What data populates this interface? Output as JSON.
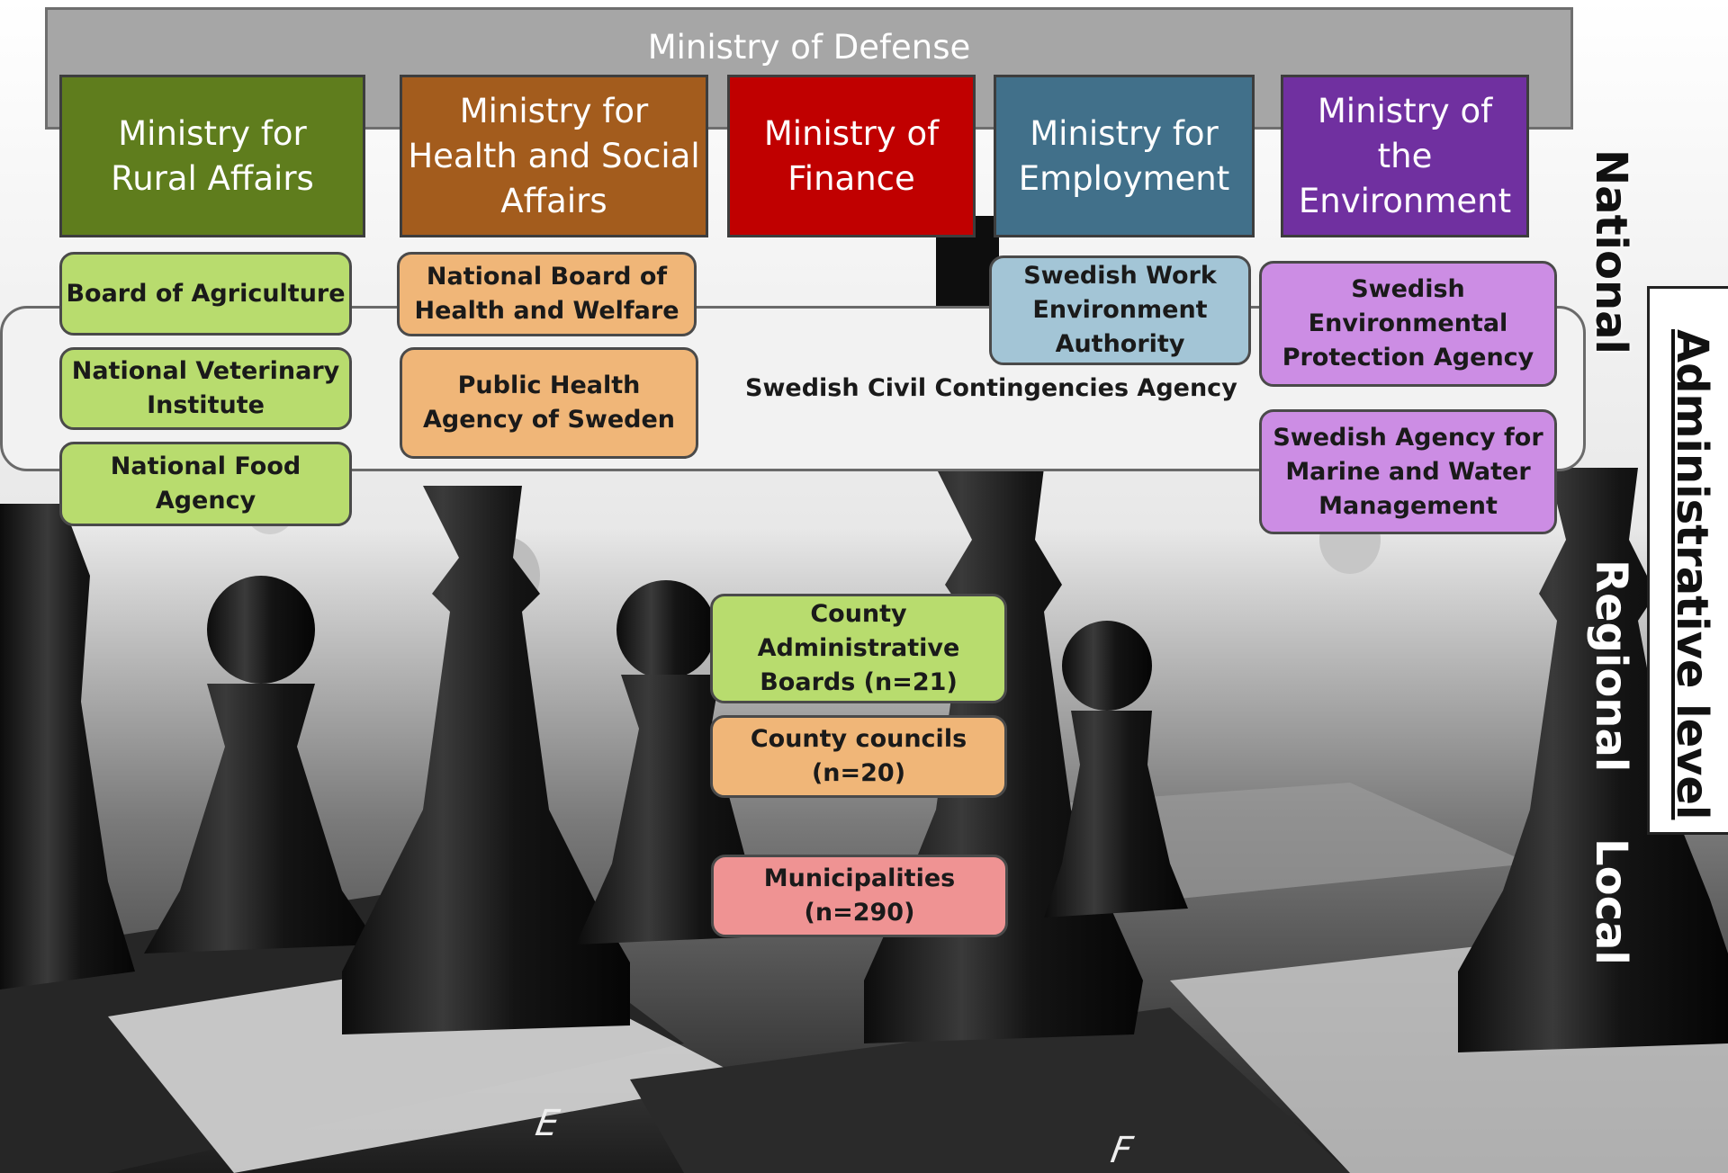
{
  "colors": {
    "rural": "#5f7d1d",
    "health": "#a35c1d",
    "finance": "#c00000",
    "employment": "#41708a",
    "environment": "#7030a0",
    "green_agency": "#b8dc6e",
    "orange_agency": "#f0b678",
    "blue_agency": "#a3c5d6",
    "purple_agency": "#cc8de4",
    "pink_agency": "#ef9393",
    "defense": "#a6a6a6",
    "civil": "#f2f2f2"
  },
  "top": {
    "defense": "Ministry of Defense"
  },
  "ministries": [
    {
      "id": "rural",
      "label": "Ministry for\nRural Affairs"
    },
    {
      "id": "health",
      "label": "Ministry for\nHealth and Social\nAffairs"
    },
    {
      "id": "finance",
      "label": "Ministry of\nFinance"
    },
    {
      "id": "employment",
      "label": "Ministry for\nEmployment"
    },
    {
      "id": "environment",
      "label": "Ministry of\nthe\nEnvironment"
    }
  ],
  "agencies": {
    "board_agriculture": "Board of Agriculture",
    "veterinary": "National Veterinary\nInstitute",
    "food": "National Food\nAgency",
    "health_welfare": "National Board of\nHealth and Welfare",
    "public_health": "Public Health\nAgency of Sweden",
    "work_environment": "Swedish Work\nEnvironment\nAuthority",
    "env_protection": "Swedish\nEnvironmental\nProtection Agency",
    "marine_water": "Swedish Agency for\nMarine and Water\nManagement",
    "civil_contingencies": "Swedish Civil Contingencies Agency"
  },
  "regional_local": {
    "county_admin": "County\nAdministrative\nBoards (n=21)",
    "county_councils": "County councils\n(n=20)",
    "municipalities": "Municipalities\n(n=290)"
  },
  "levels": {
    "title": "Administrative level",
    "national": "National",
    "regional": "Regional",
    "local": "Local"
  }
}
